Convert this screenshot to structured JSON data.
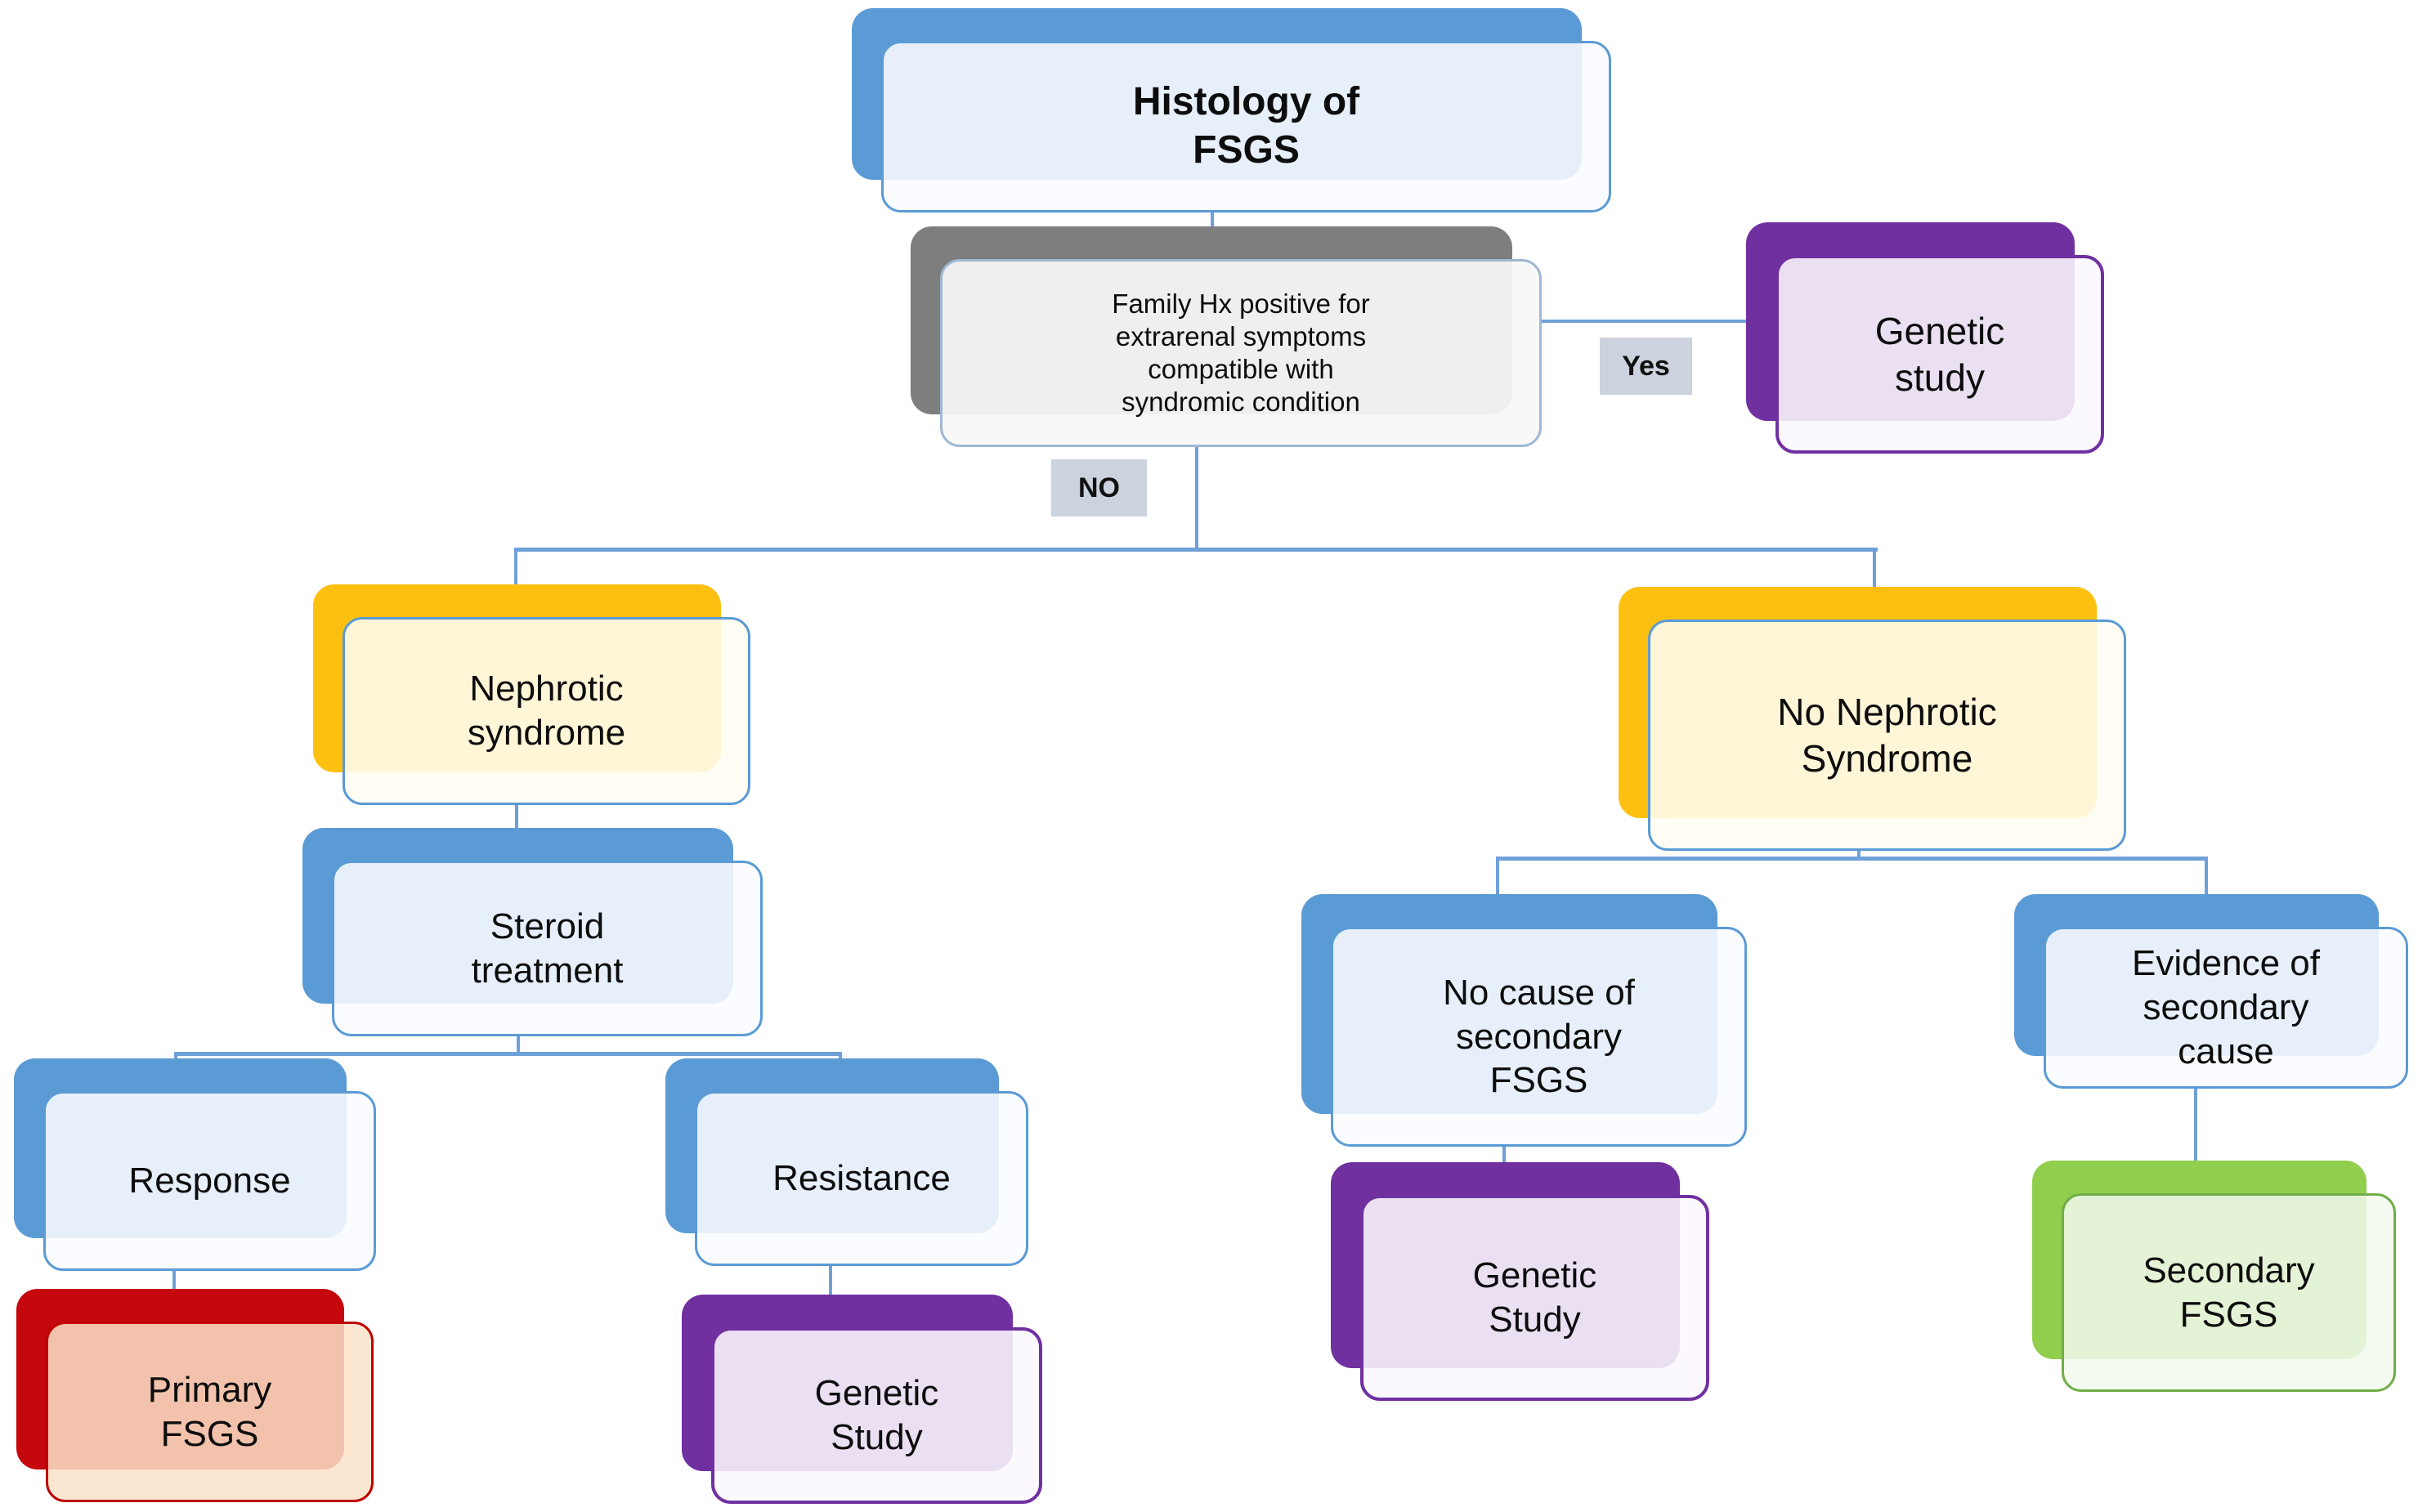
{
  "diagram": {
    "type": "flowchart",
    "title_node": "Histology of\nFSGS",
    "colors": {
      "blue_accent": "#5b9bd5",
      "gray_accent": "#7e7e7e",
      "purple_accent": "#7030a0",
      "gold_accent": "#fdc010",
      "red_accent": "#c00000",
      "green_accent": "#70ad47",
      "connector": "#6fa0d8",
      "edge_label_bg": "#ccd2de"
    }
  },
  "nodes": {
    "histology": {
      "label": "Histology of\nFSGS"
    },
    "family": {
      "label": "Family Hx positive for\nextrarenal symptoms\ncompatible with\nsyndromic condition"
    },
    "genetic_top": {
      "label": "Genetic\nstudy"
    },
    "nephrotic": {
      "label": "Nephrotic\nsyndrome"
    },
    "no_nephrotic": {
      "label": "No Nephrotic\nSyndrome"
    },
    "steroid": {
      "label": "Steroid\ntreatment"
    },
    "response": {
      "label": "Response"
    },
    "resistance": {
      "label": "Resistance"
    },
    "primary": {
      "label": "Primary\nFSGS"
    },
    "genetic_resistance": {
      "label": "Genetic\nStudy"
    },
    "no_cause": {
      "label": "No cause of\nsecondary\nFSGS"
    },
    "evidence": {
      "label": "Evidence of\nsecondary\ncause"
    },
    "genetic_no_cause": {
      "label": "Genetic\nStudy"
    },
    "secondary": {
      "label": "Secondary\nFSGS"
    }
  },
  "edge_labels": {
    "yes": "Yes",
    "no": "NO"
  }
}
